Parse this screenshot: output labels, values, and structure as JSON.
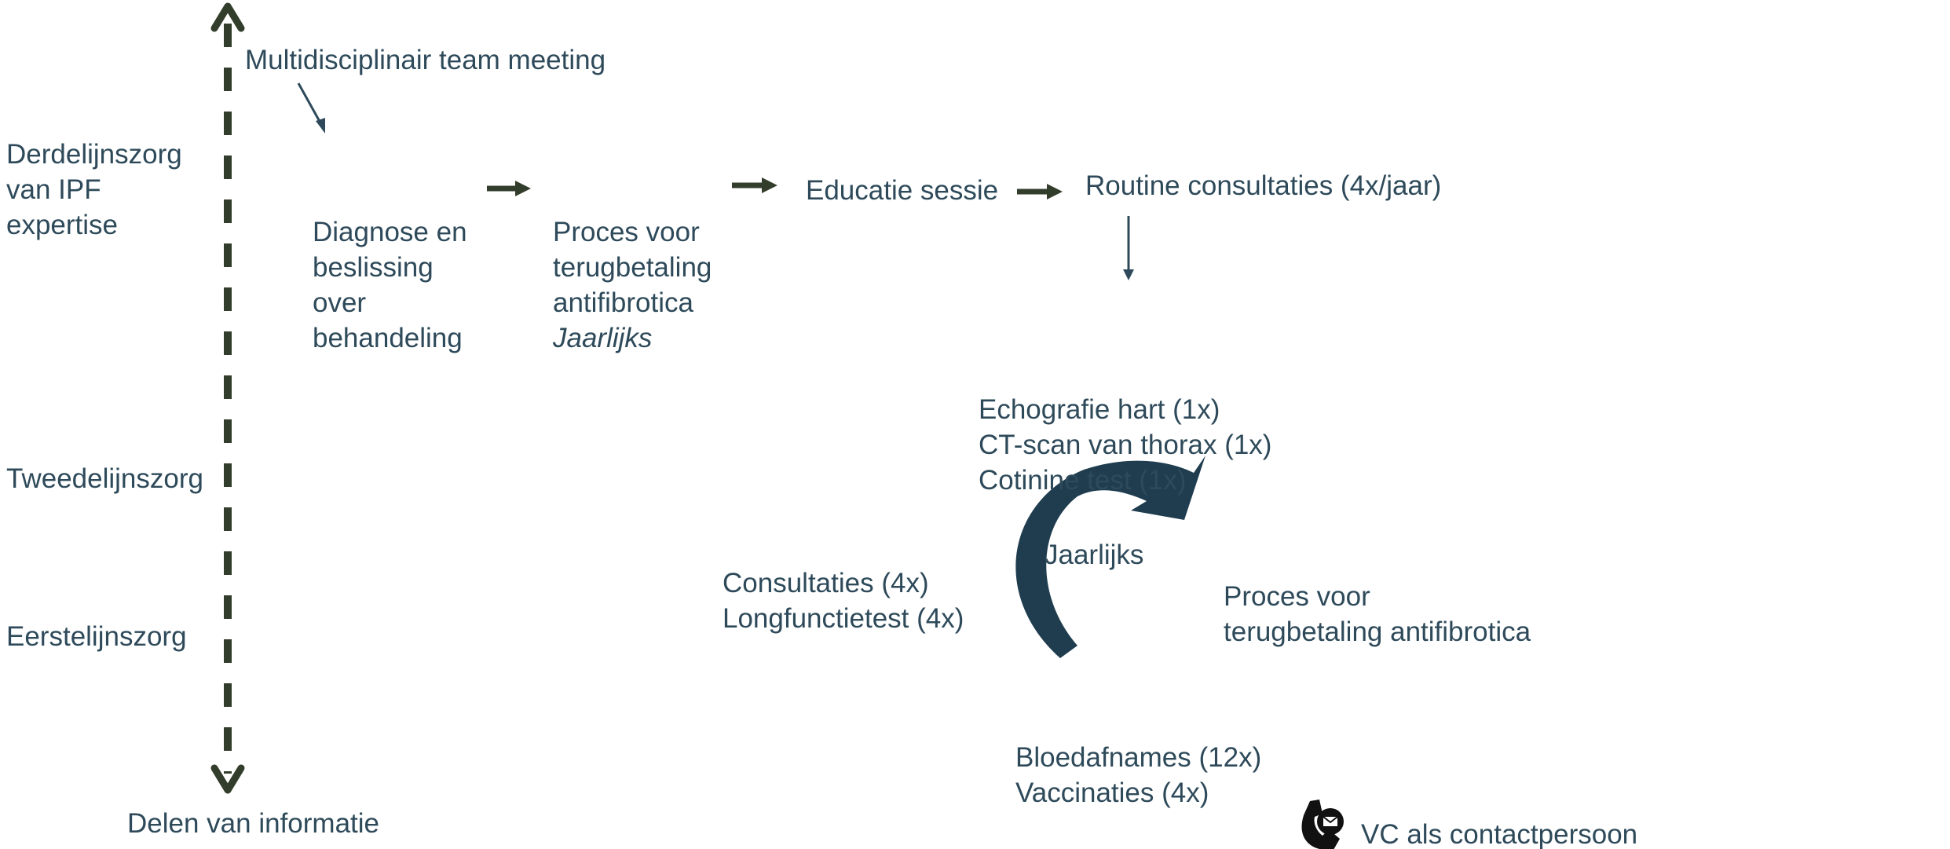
{
  "colors": {
    "text": "#2e4a5a",
    "arrow_dark": "#333d2c",
    "curved_arrow": "#1f3d4f"
  },
  "levels": {
    "third": [
      "Derdelijnszorg",
      "van IPF",
      "expertise"
    ],
    "second": "Tweedelijnszorg",
    "first": "Eerstelijnszorg",
    "sharing": "Delen van informatie"
  },
  "nodes": {
    "mdt": "Multidisciplinair team meeting",
    "diagnose": [
      "Diagnose en",
      "beslissing",
      "over",
      "behandeling"
    ],
    "proces1": [
      "Proces voor",
      "terugbetaling",
      "antifibrotica"
    ],
    "proces1_freq": "Jaarlijks",
    "educatie": "Educatie sessie",
    "routine": "Routine consultaties (4x/jaar)",
    "tests": [
      "Echografie hart (1x)",
      "CT-scan van thorax (1x)",
      "Cotinine test (1x)"
    ],
    "consult": [
      "Consultaties (4x)",
      "Longfunctietest (4x)"
    ],
    "jaarlijks": "Jaarlijks",
    "proces2": [
      "Proces voor",
      "terugbetaling antifibrotica"
    ],
    "blood": [
      "Bloedafnames (12x)",
      "Vaccinaties (4x)"
    ],
    "contact": "VC als contactpersoon"
  },
  "icons": {
    "contact": "phone-message-icon"
  }
}
